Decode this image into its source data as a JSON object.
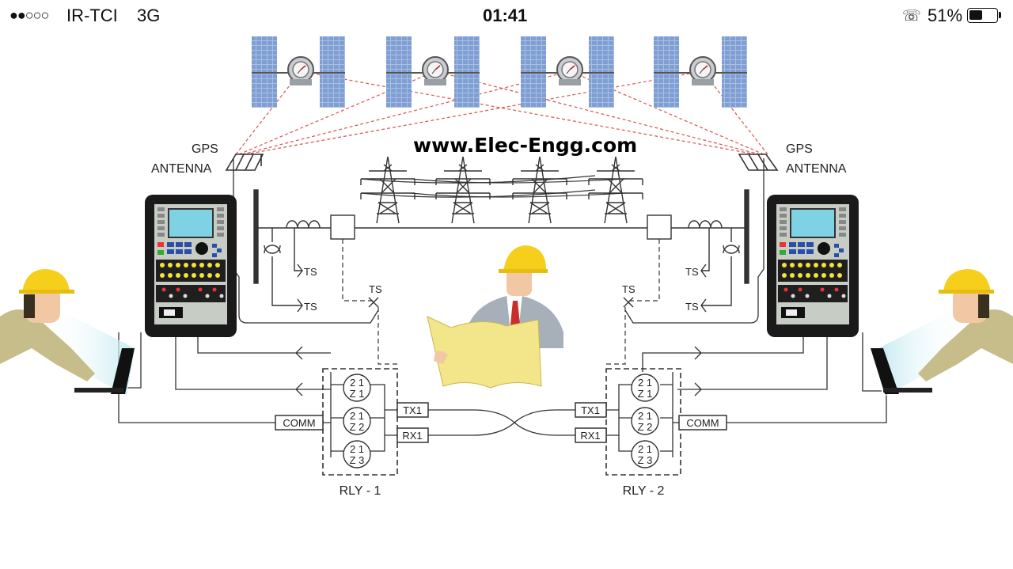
{
  "status_bar": {
    "signal_dots": "●●○○○",
    "carrier": "IR-TCI",
    "network": "3G",
    "time": "01:41",
    "battery_percent": "51%",
    "battery_level": 0.51
  },
  "watermark": "www.Elec-Engg.com",
  "gps_left": {
    "line1": "GPS",
    "line2": "ANTENNA"
  },
  "gps_right": {
    "line1": "GPS",
    "line2": "ANTENNA"
  },
  "ts_label": "TS",
  "relay_left": {
    "name": "RLY - 1",
    "zones": [
      {
        "top": "2 1",
        "bottom": "Z 1"
      },
      {
        "top": "2 1",
        "bottom": "Z 2"
      },
      {
        "top": "2 1",
        "bottom": "Z 3"
      }
    ],
    "tx": "TX1",
    "rx": "RX1",
    "comm": "COMM"
  },
  "relay_right": {
    "name": "RLY - 2",
    "zones": [
      {
        "top": "2 1",
        "bottom": "Z 1"
      },
      {
        "top": "2 1",
        "bottom": "Z 2"
      },
      {
        "top": "2 1",
        "bottom": "Z 3"
      }
    ],
    "tx": "TX1",
    "rx": "RX1",
    "comm": "COMM"
  },
  "colors": {
    "gps_link": "#d9534f",
    "wire": "#333333",
    "helmet": "#f6cf1d",
    "plan": "#f3e58a",
    "tie": "#c9302c",
    "panel": "#9cb8dc",
    "screen": "#7fd2e3"
  }
}
